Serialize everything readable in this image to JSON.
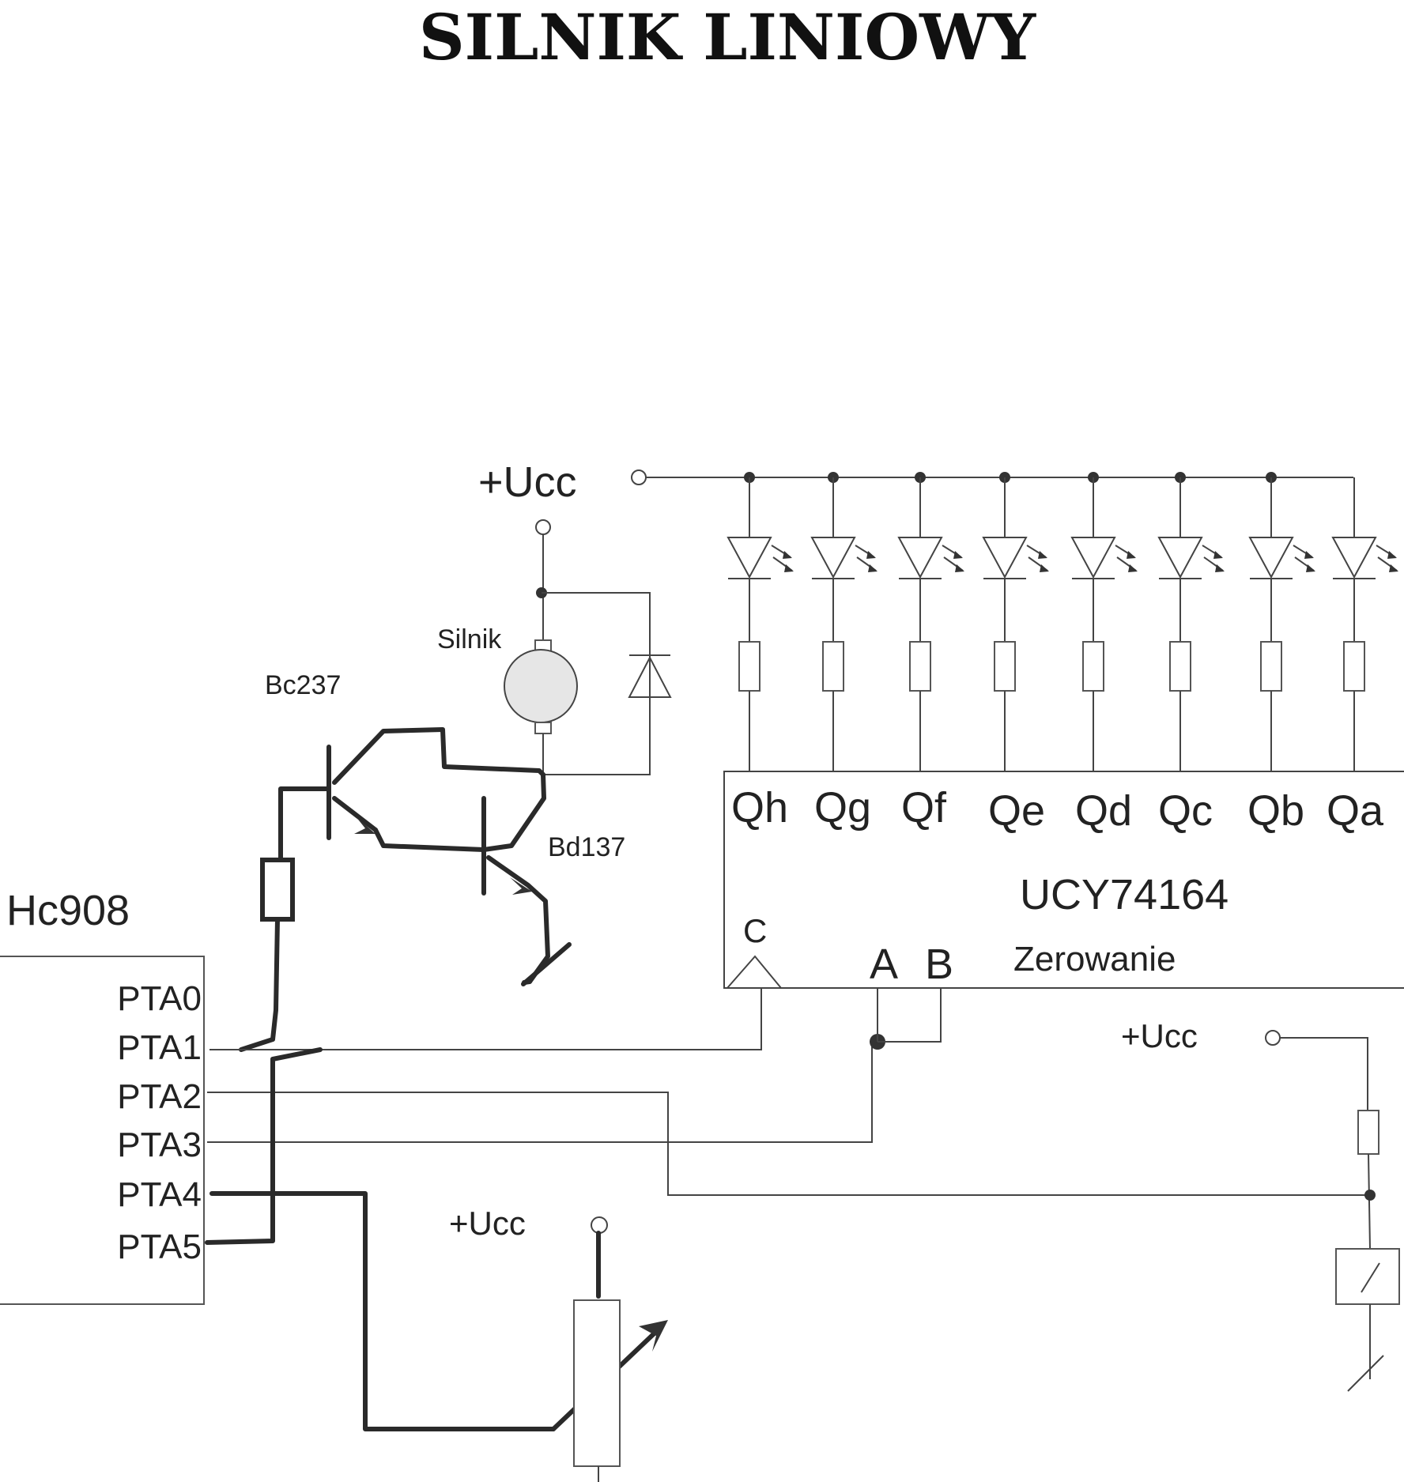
{
  "title": "SILNIK LINIOWY",
  "labels": {
    "supply": "+Ucc",
    "motor": "Silnik",
    "transistor1": "Bc237",
    "transistor2": "Bd137",
    "mcu": "Hc908",
    "shift_register": "UCY74164",
    "clock_pin": "C",
    "input_a": "A",
    "input_b": "B",
    "reset": "Zerowanie"
  },
  "register_outputs": [
    "Qh",
    "Qg",
    "Qf",
    "Qe",
    "Qd",
    "Qc",
    "Qb",
    "Qa"
  ],
  "mcu_pins": [
    "PTA0",
    "PTA1",
    "PTA2",
    "PTA3",
    "PTA4",
    "PTA5"
  ]
}
